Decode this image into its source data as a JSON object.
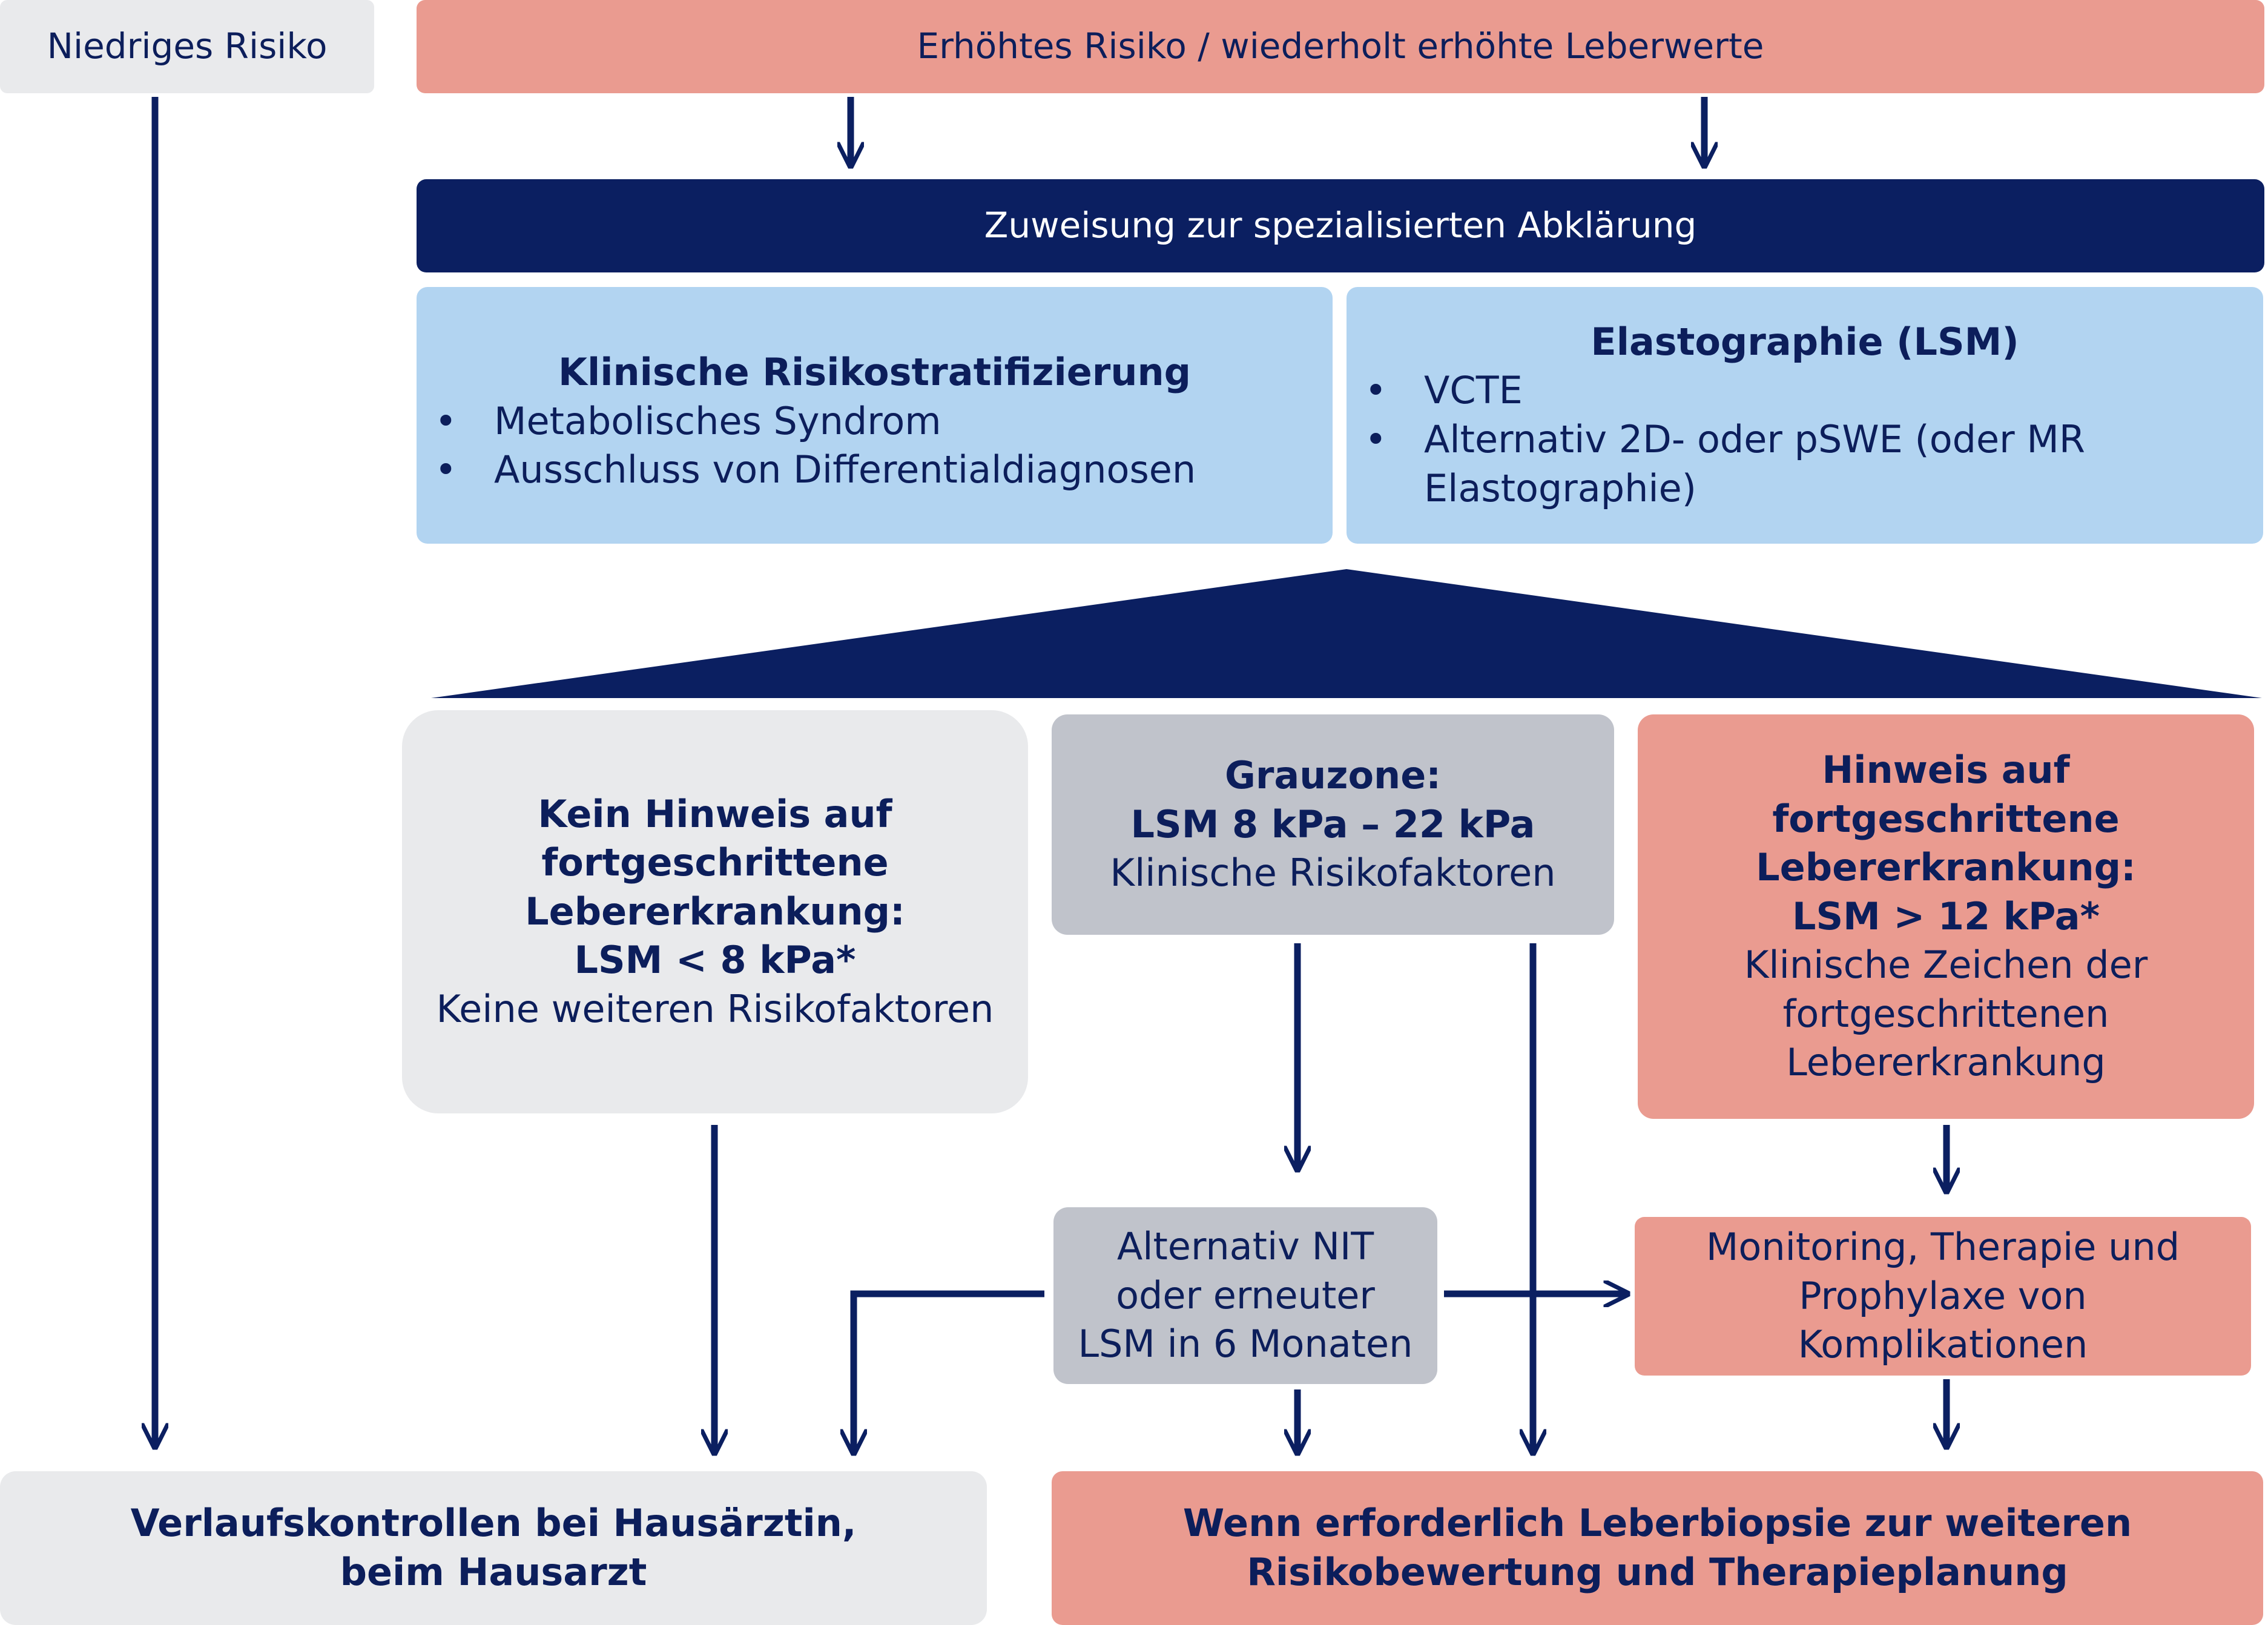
{
  "diagram": {
    "low_risk": "Niedriges Risiko",
    "elevated_risk": "Erhöhtes Risiko / wiederholt erhöhte Leberwerte",
    "referral": "Zuweisung zur spezialisierten Abklärung",
    "clinical": {
      "title": "Klinische Risikostratifizierung",
      "items": [
        "Metabolisches Syndrom",
        "Ausschluss von Differentialdiagnosen"
      ]
    },
    "elastography": {
      "title": "Elastographie (LSM)",
      "items": [
        "VCTE",
        "Alternativ 2D- oder pSWE (oder MR",
        "Elastographie)"
      ]
    },
    "no_advanced": {
      "l1": "Kein Hinweis auf",
      "l2": "fortgeschrittene",
      "l3": "Lebererkrankung:",
      "l4": "LSM < 8 kPa*",
      "l5": "Keine weiteren Risikofaktoren"
    },
    "grey_zone": {
      "l1": "Grauzone:",
      "l2": "LSM 8 kPa – 22 kPa",
      "l3": "Klinische Risikofaktoren"
    },
    "advanced": {
      "l1": "Hinweis auf",
      "l2": "fortgeschrittene",
      "l3": "Lebererkrankung:",
      "l4": "LSM > 12 kPa*",
      "l5": "Klinische Zeichen der",
      "l6": "fortgeschrittenen",
      "l7": "Lebererkrankung"
    },
    "nit": {
      "l1": "Alternativ NIT",
      "l2": "oder erneuter",
      "l3": "LSM in 6 Monaten"
    },
    "monitoring": {
      "l1": "Monitoring, Therapie und",
      "l2": "Prophylaxe von",
      "l3": "Komplikationen"
    },
    "follow_up": {
      "l1": "Verlaufskontrollen bei Hausärztin,",
      "l2": "beim Hausarzt"
    },
    "biopsy": {
      "l1": "Wenn erforderlich Leberbiopsie zur weiteren",
      "l2": "Risikobewertung und Therapieplanung"
    }
  },
  "colors": {
    "navy": "#0b1f61",
    "text": "#0c1e5b",
    "salmon": "#ea9b90",
    "light_grey": "#e9eaec",
    "mid_grey": "#c0c3cb",
    "light_blue": "#b2d4f1"
  }
}
